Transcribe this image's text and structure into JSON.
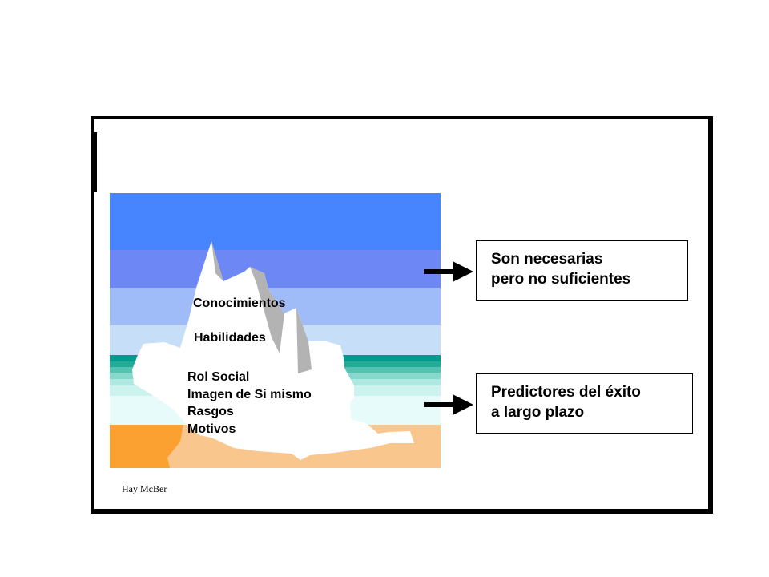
{
  "iceberg": {
    "above_water": [
      "Conocimientos",
      "Habilidades"
    ],
    "below_water": [
      "Rol Social",
      "Imagen de Si mismo",
      "Rasgos",
      "Motivos"
    ]
  },
  "callouts": [
    {
      "lines": [
        "Son necesarias",
        "pero no suficientes"
      ]
    },
    {
      "lines": [
        "Predictores del éxito",
        "a largo plazo"
      ]
    }
  ],
  "credit": "Hay McBer",
  "colors": {
    "sky_top": "#4785ff",
    "sea_teal": "#009b8c",
    "sand": "#f9c78e",
    "sand_orange": "#fba132",
    "ice": "#ffffff",
    "ice_shadow": "#b3b3b3"
  }
}
